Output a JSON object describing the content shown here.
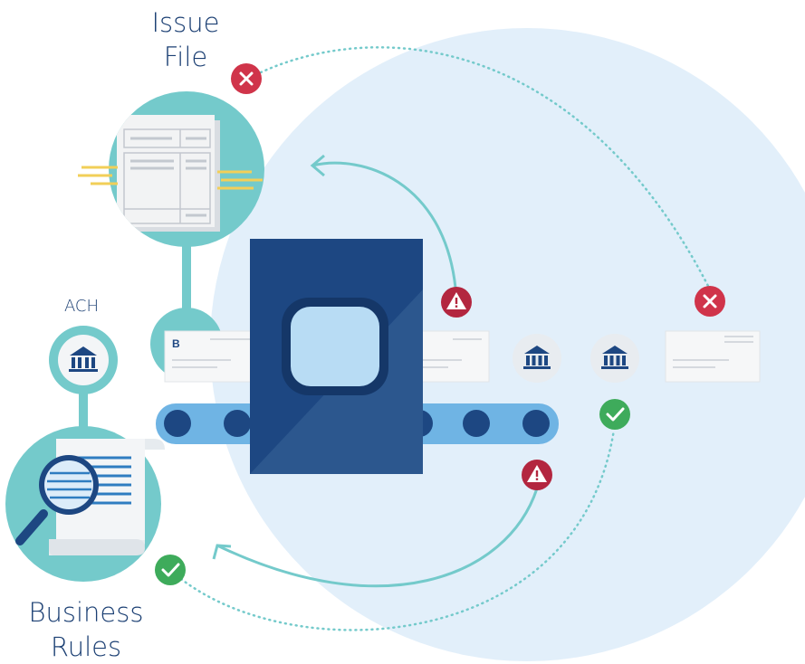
{
  "labels": {
    "issue_file": [
      "Issue",
      "File"
    ],
    "ach": "ACH",
    "business_rules": [
      "Business",
      "Rules"
    ]
  },
  "check_logo": "B",
  "icons": {
    "bank": "bank-icon",
    "warning": "warning-icon",
    "reject": "x-icon",
    "approve": "checkmark-icon",
    "search": "magnifying-glass-icon"
  },
  "colors": {
    "background_circle": "#e2effa",
    "teal": "#74cacb",
    "navy": "#1d4782",
    "conveyor": "#6fb4e4",
    "roller": "#1d4782",
    "red": "#d0344a",
    "green": "#3eab5b",
    "screen": "#b8dcf4",
    "label_text": "#1b3f73"
  }
}
